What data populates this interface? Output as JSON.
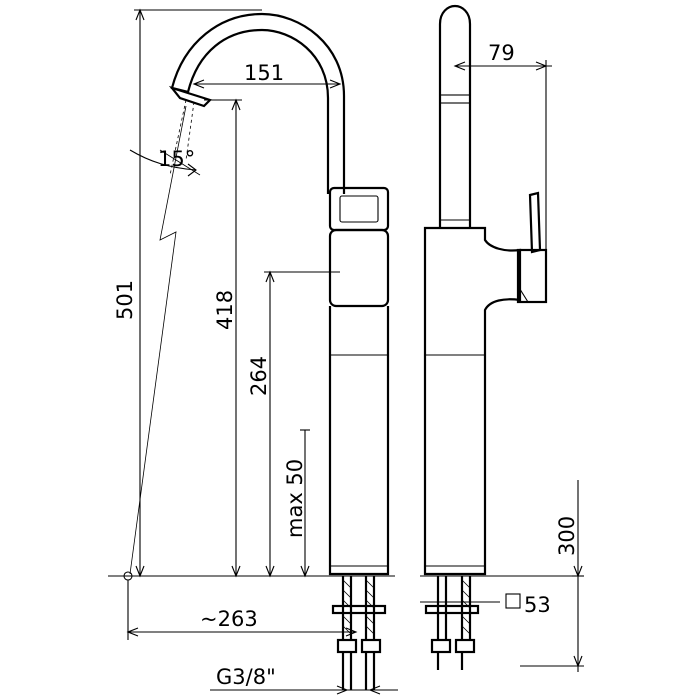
{
  "dimensions": {
    "spout_reach": "151",
    "spout_angle": "15°",
    "total_height": "501",
    "spout_height": "418",
    "handle_height": "264",
    "max_deck": "max 50",
    "reach_to_axis": "~263",
    "connection": "G3/8\"",
    "side_projection": "79",
    "side_height": "300",
    "base_square": "53"
  },
  "icons": {
    "base_square_symbol": "square-icon"
  }
}
